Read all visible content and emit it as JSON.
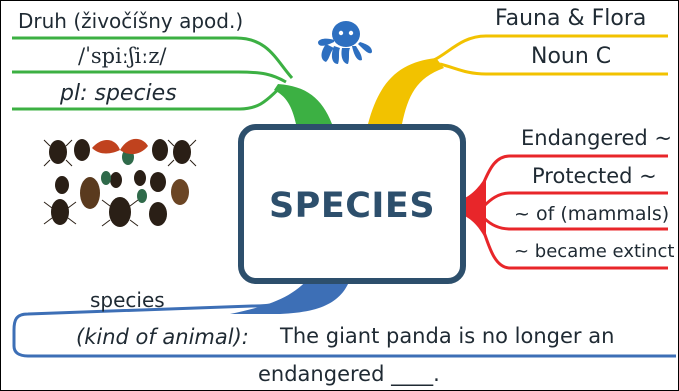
{
  "central": {
    "title": "SPECIES"
  },
  "top_left": {
    "line1": "Druh (živočíšny apod.)",
    "line2": "/ˈspiːʃiːz/",
    "line3": "pl: species"
  },
  "top_right": {
    "line1": "Fauna & Flora",
    "line2": "Noun C"
  },
  "right": {
    "line1": "Endangered ~",
    "line2": "Protected ~",
    "line3": "~ of (mammals)",
    "line4": "~ became extinct"
  },
  "bottom": {
    "word": "species",
    "meaning": "(kind of animal):",
    "sentence_part1": "The giant panda is no longer an",
    "sentence_part2": "endangered ____."
  },
  "icons": {
    "mascot": "octopus-icon",
    "picture": "beetles-image"
  },
  "colors": {
    "green": "#3cb043",
    "yellow": "#f2c200",
    "red": "#e8262a",
    "blue": "#3d6fb6",
    "navy": "#2d4f6c",
    "text": "#1f2a33"
  }
}
